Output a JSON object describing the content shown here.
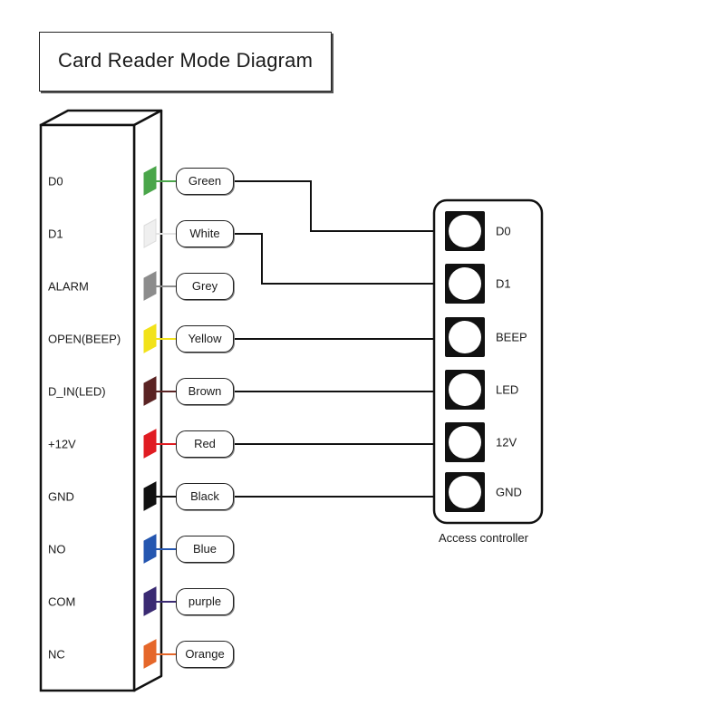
{
  "title": "Card Reader Mode Diagram",
  "reader_pins": [
    {
      "pin": "D0",
      "wire": "Green",
      "color": "#4aa64a",
      "connects_to": "D0"
    },
    {
      "pin": "D1",
      "wire": "White",
      "color": "#efefef",
      "connects_to": "D1"
    },
    {
      "pin": "ALARM",
      "wire": "Grey",
      "color": "#8c8c8c",
      "connects_to": null
    },
    {
      "pin": "OPEN(BEEP)",
      "wire": "Yellow",
      "color": "#f2e21a",
      "connects_to": "BEEP"
    },
    {
      "pin": "D_IN(LED)",
      "wire": "Brown",
      "color": "#5a2323",
      "connects_to": "LED"
    },
    {
      "pin": "+12V",
      "wire": "Red",
      "color": "#e01c22",
      "connects_to": "12V"
    },
    {
      "pin": "GND",
      "wire": "Black",
      "color": "#111111",
      "connects_to": "GND"
    },
    {
      "pin": "NO",
      "wire": "Blue",
      "color": "#2456b0",
      "connects_to": null
    },
    {
      "pin": "COM",
      "wire": "purple",
      "color": "#3a2a72",
      "connects_to": null
    },
    {
      "pin": "NC",
      "wire": "Orange",
      "color": "#e5672a",
      "connects_to": null
    }
  ],
  "controller": {
    "caption": "Access controller",
    "terminals": [
      "D0",
      "D1",
      "BEEP",
      "LED",
      "12V",
      "GND"
    ]
  }
}
